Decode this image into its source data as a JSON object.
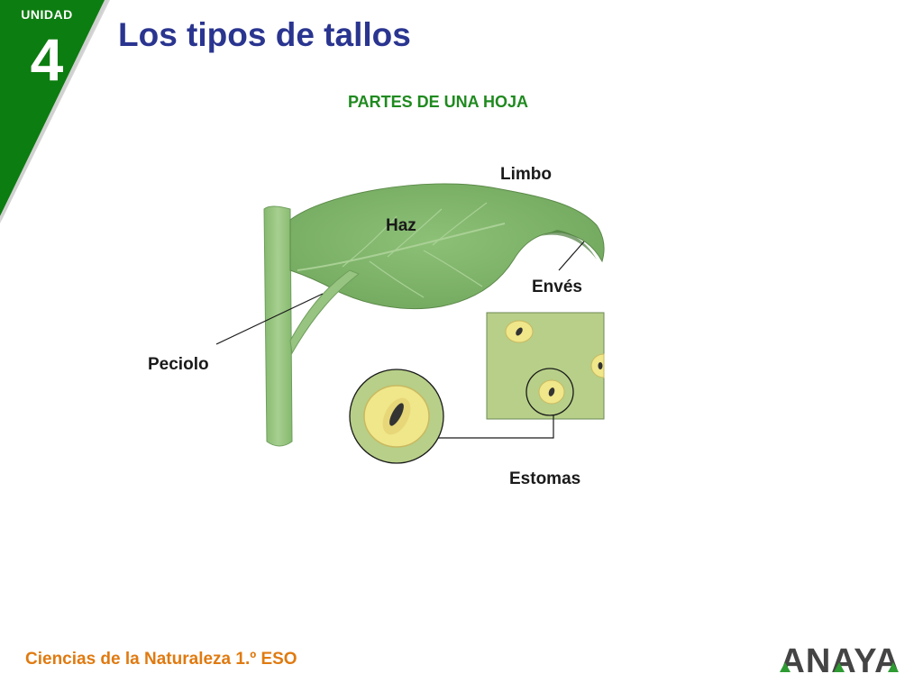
{
  "badge": {
    "unit_label": "UNIDAD",
    "unit_number": "4",
    "color": "#0c7d10"
  },
  "page_title": "Los tipos de tallos",
  "section_heading": "PARTES DE UNA HOJA",
  "diagram": {
    "labels": {
      "limbo": "Limbo",
      "haz": "Haz",
      "enves": "Envés",
      "peciolo": "Peciolo",
      "estomas": "Estomas"
    },
    "colors": {
      "leaf": "#7fb56a",
      "stem": "#97c480",
      "stomata_bg": "#b7cf88",
      "guard_cell": "#f0e68a"
    }
  },
  "footer": {
    "course": "Ciencias de la Naturaleza 1.º ESO",
    "brand": "ANAYA"
  }
}
